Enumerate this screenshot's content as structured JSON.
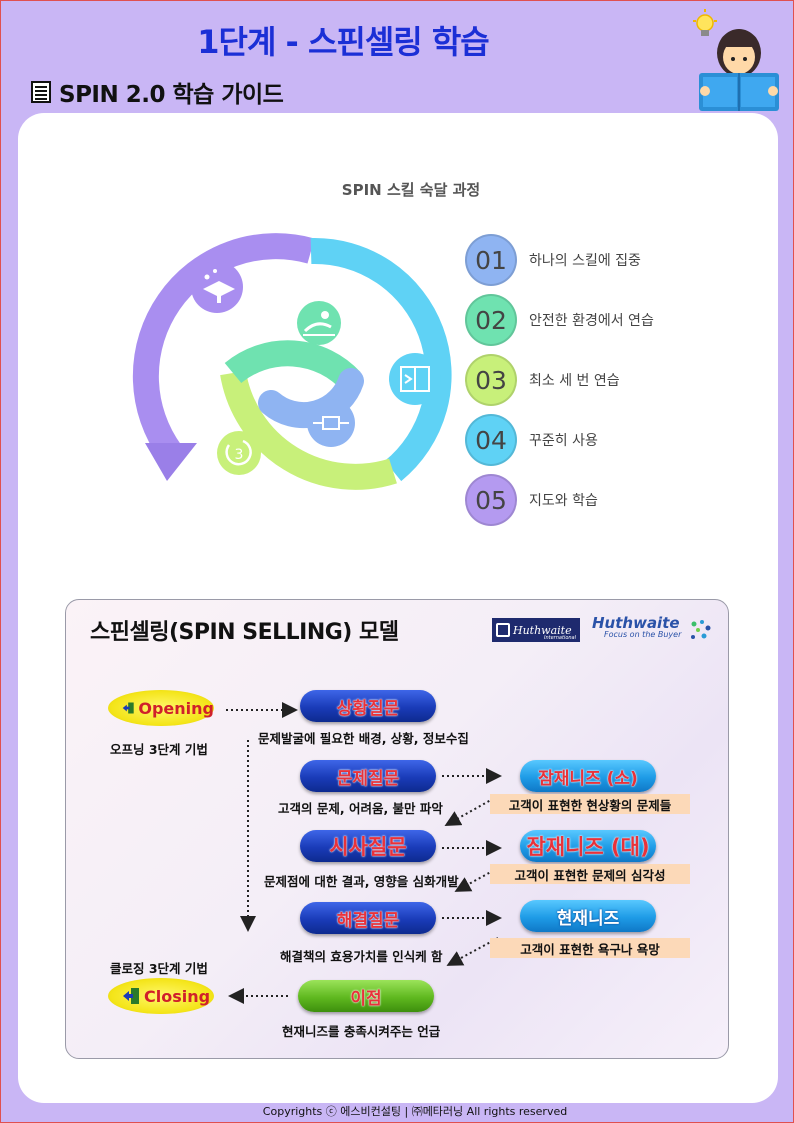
{
  "page": {
    "title": "1단계 - 스핀셀링 학습",
    "section_heading": "SPIN 2.0 학습 가이드",
    "footer": "Copyrights ⓒ 에스비컨설팅 | ㈜메타러닝 All rights reserved"
  },
  "spiral": {
    "title": "SPIN 스킬 숙달 과정",
    "steps": [
      {
        "num": "01",
        "text": "하나의 스킬에 집중",
        "color": "#8fb4f2"
      },
      {
        "num": "02",
        "text": "안전한 환경에서 연습",
        "color": "#6fe2b0"
      },
      {
        "num": "03",
        "text": "최소 세 번 연습",
        "color": "#c8f07a"
      },
      {
        "num": "04",
        "text": "꾸준히 사용",
        "color": "#5fd2f5"
      },
      {
        "num": "05",
        "text": "지도와 학습",
        "color": "#b49af0"
      }
    ],
    "icons": [
      "graduation-cap-icon",
      "shift-arrows-icon",
      "circuit-node-icon",
      "practice-person-icon",
      "repeat-three-icon"
    ]
  },
  "model": {
    "title": "스핀셀링(SPIN SELLING) 모델",
    "logo_left": {
      "name": "Huthwaite",
      "sub": "International"
    },
    "logo_right": {
      "name": "Huthwaite",
      "tagline": "Focus on the Buyer"
    },
    "opening": {
      "label": "Opening",
      "caption": "오프닝 3단계 기법"
    },
    "closing": {
      "label": "Closing",
      "caption": "클로징 3단계 기법"
    },
    "questions": [
      {
        "label": "상황질문",
        "caption": "문제발굴에 필요한 배경, 상황, 정보수집"
      },
      {
        "label": "문제질문",
        "caption": "고객의 문제, 어려움, 불만 파악"
      },
      {
        "label": "시사질문",
        "caption": "문제점에 대한 결과, 영향을 심화개발"
      },
      {
        "label": "해결질문",
        "caption": "해결책의 효용가치를 인식케 함"
      },
      {
        "label": "이점",
        "caption": "현재니즈를 충족시켜주는 언급"
      }
    ],
    "needs": [
      {
        "label": "잠재니즈 (소)",
        "caption": "고객이 표현한 현상황의 문제들"
      },
      {
        "label": "잠재니즈 (대)",
        "caption": "고객이 표현한 문제의 심각성"
      },
      {
        "label": "현재니즈",
        "caption": "고객이 표현한 욕구나 욕망"
      }
    ]
  }
}
